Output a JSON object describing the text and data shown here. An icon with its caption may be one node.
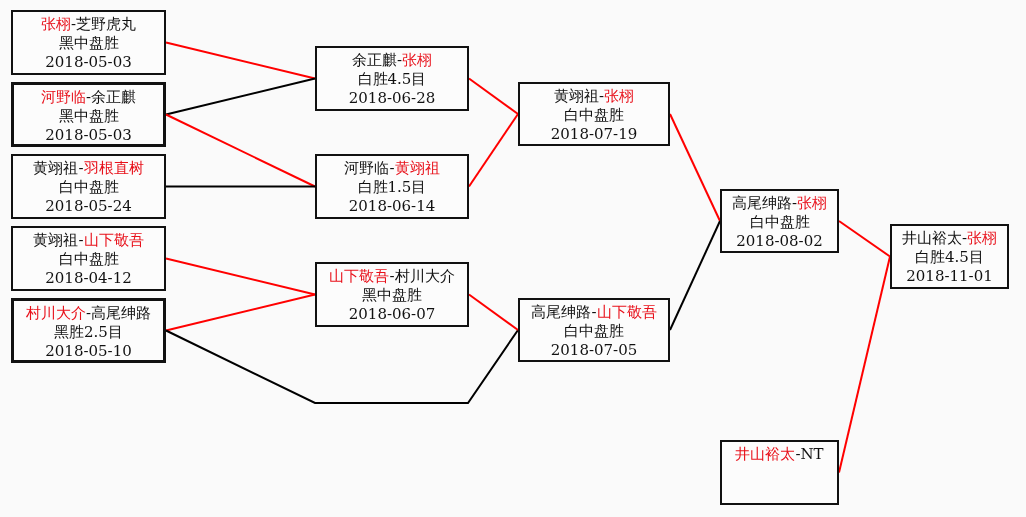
{
  "diagram": {
    "nodes": [
      {
        "text": [
          "张栩-芝野虎丸",
          "黑中盘胜",
          "2018-05-03"
        ]
      },
      {
        "text": [
          "河野临-余正麒",
          "黑中盘胜",
          "2018-05-03"
        ]
      },
      {
        "text": [
          "黄翊祖-羽根直树",
          "白中盘胜",
          "2018-05-24"
        ]
      },
      {
        "text": [
          "黄翊祖-山下敬吾",
          "白中盘胜",
          "2018-04-12"
        ]
      },
      {
        "text": [
          "村川大介-高尾绅路",
          "黑胜2.5目",
          "2018-05-10"
        ]
      },
      {
        "text": [
          "余正麒-张栩",
          "白胜4.5目",
          "2018-06-28"
        ]
      },
      {
        "text": [
          "河野临-黄翊祖",
          "白胜1.5目",
          "2018-06-14"
        ]
      },
      {
        "text": [
          "山下敬吾-村川大介",
          "黑中盘胜",
          "2018-06-07"
        ]
      },
      {
        "text": [
          "黄翊祖-张栩",
          "白中盘胜",
          "2018-07-19"
        ]
      },
      {
        "text": [
          "高尾绅路-山下敬吾",
          "白中盘胜",
          "2018-07-05"
        ]
      },
      {
        "text": [
          "高尾绅路-张栩",
          "白中盘胜",
          "2018-08-02"
        ]
      },
      {
        "text": [
          "井山裕太-NT"
        ]
      },
      {
        "text": [
          "井山裕太-张栩",
          "白胜4.5目",
          "2018-11-01"
        ]
      }
    ],
    "edges": [
      {
        "from": 0,
        "to": 5,
        "arrow": "none"
      },
      {
        "from": 1,
        "to": 5,
        "arrow": "none",
        "color": "#000000"
      },
      {
        "from": 1,
        "to": 6,
        "arrow": "none"
      },
      {
        "from": 2,
        "to": 6,
        "arrow": "none",
        "color": "#000000"
      },
      {
        "from": 3,
        "to": 7,
        "arrow": "none"
      },
      {
        "from": 4,
        "to": 7,
        "arrow": "none"
      },
      {
        "from": 4,
        "to": 9,
        "arrow": "none",
        "color": "#000000"
      },
      {
        "from": 5,
        "to": 8,
        "arrow": "none"
      },
      {
        "from": 6,
        "to": 8,
        "arrow": "none"
      },
      {
        "from": 7,
        "to": 9,
        "arrow": "none"
      },
      {
        "from": 8,
        "to": 10,
        "arrow": "none"
      },
      {
        "from": 9,
        "to": 10,
        "arrow": "none",
        "color": "#000000"
      },
      {
        "from": 10,
        "to": 12,
        "arrow": "none"
      },
      {
        "from": 11,
        "to": 12,
        "arrow": "none"
      }
    ]
  }
}
